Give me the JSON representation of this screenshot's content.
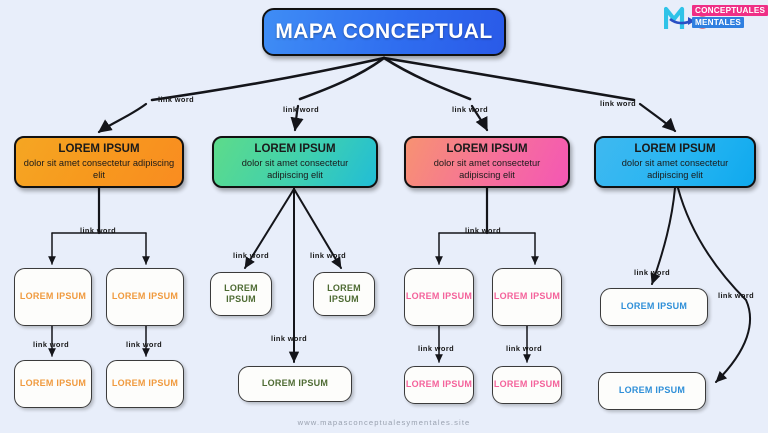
{
  "page": {
    "background_color": "#e8eefa",
    "footer": "www.mapasconceptualesymentales.site"
  },
  "logo": {
    "mark_alt": "m-arrow-logo",
    "line1": "CONCEPTUALES",
    "line2": "MENTALES",
    "color_line1": "#ef2f86",
    "color_line2": "#2f7fe0"
  },
  "diagram": {
    "type": "concept-map",
    "title": {
      "label": "MAPA CONCEPTUAL",
      "color_start": "#3f8df5",
      "color_end": "#2a5ae8",
      "text_color": "#ffffff"
    },
    "link_label": "link word",
    "branches": [
      {
        "id": "orange",
        "color_start": "#f5a623",
        "color_end": "#f98c20",
        "leaf_text_color": "#f09a3e",
        "title": "LOREM IPSUM",
        "subtitle": "dolor sit amet consectetur adipiscing elit",
        "leaves": [
          "LOREM IPSUM",
          "LOREM IPSUM",
          "LOREM IPSUM",
          "LOREM IPSUM"
        ]
      },
      {
        "id": "green",
        "color_start": "#5ddb8a",
        "color_end": "#21bdd6",
        "leaf_text_color": "#4e6b33",
        "title": "LOREM IPSUM",
        "subtitle": "dolor sit amet consectetur adipiscing elit",
        "leaves": [
          "LOREM IPSUM",
          "LOREM IPSUM",
          "LOREM IPSUM"
        ]
      },
      {
        "id": "pink",
        "color_start": "#f79272",
        "color_end": "#f457b4",
        "leaf_text_color": "#f4629b",
        "title": "LOREM IPSUM",
        "subtitle": "dolor sit amet consectetur adipiscing elit",
        "leaves": [
          "LOREM IPSUM",
          "LOREM IPSUM",
          "LOREM IPSUM",
          "LOREM IPSUM"
        ]
      },
      {
        "id": "blue",
        "color_start": "#3fb8f0",
        "color_end": "#0fa9ee",
        "leaf_text_color": "#2e8fd8",
        "title": "LOREM IPSUM",
        "subtitle": "dolor sit amet consectetur adipiscing elit",
        "leaves": [
          "LOREM IPSUM",
          "LOREM IPSUM"
        ]
      }
    ],
    "link_labels": [
      "link word",
      "link word",
      "link word",
      "link word",
      "link word",
      "link word",
      "link word",
      "link word",
      "link word",
      "link word",
      "link word",
      "link word",
      "link word",
      "link word",
      "link word"
    ]
  }
}
